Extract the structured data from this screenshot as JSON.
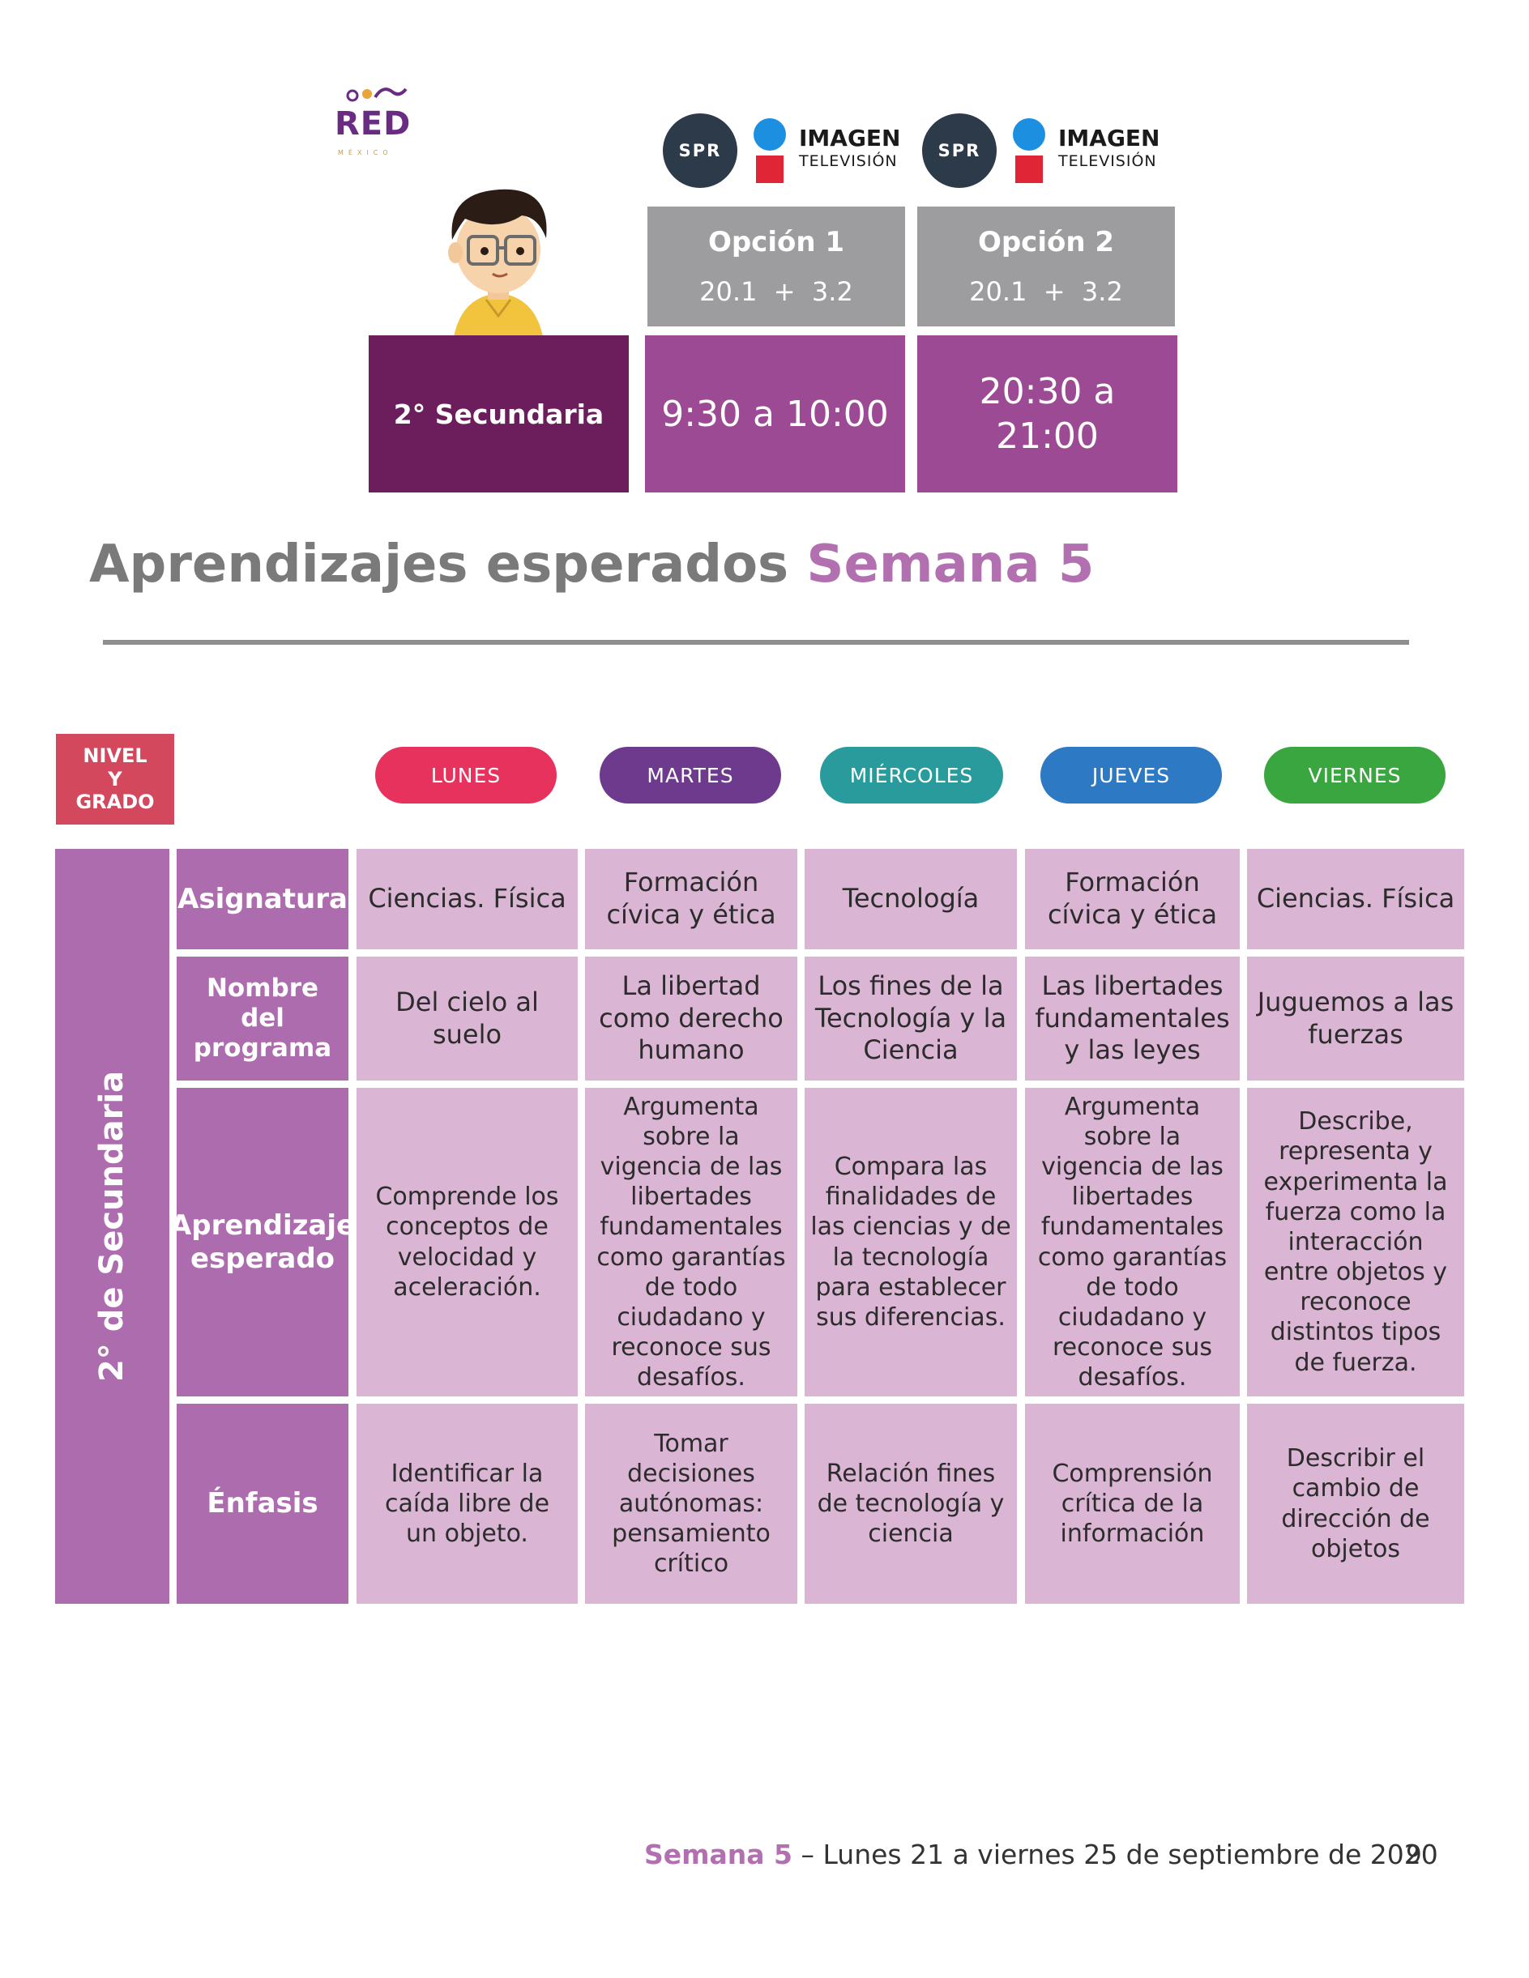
{
  "logo": {
    "name": "RED",
    "subtitle": "MÉXICO"
  },
  "broadcasters": [
    {
      "spr": "SPR",
      "imagen_title": "IMAGEN",
      "imagen_sub": "TELEVISIÓN"
    },
    {
      "spr": "SPR",
      "imagen_title": "IMAGEN",
      "imagen_sub": "TELEVISIÓN"
    }
  ],
  "grade_label": "2° Secundaria",
  "options": [
    {
      "title": "Opción 1",
      "channels": "20.1  +  3.2",
      "time": "9:30 a 10:00"
    },
    {
      "title": "Opción 2",
      "channels": "20.1  +  3.2",
      "time": "20:30 a 21:00"
    }
  ],
  "heading": {
    "prefix": "Aprendizajes esperados ",
    "accent": "Semana 5"
  },
  "nivel_label": [
    "NIVEL",
    "Y",
    "GRADO"
  ],
  "days": [
    {
      "label": "LUNES",
      "color": "#e8325e"
    },
    {
      "label": "MARTES",
      "color": "#6e3a8e"
    },
    {
      "label": "MIÉRCOLES",
      "color": "#2a9b9c"
    },
    {
      "label": "JUEVES",
      "color": "#2d79c4"
    },
    {
      "label": "VIERNES",
      "color": "#3aa63f"
    }
  ],
  "side_label": "2° de Secundaria",
  "rows": [
    {
      "header": "Asignatura",
      "cells": [
        "Ciencias. Física",
        "Formación cívica y ética",
        "Tecnología",
        "Formación cívica y ética",
        "Ciencias. Física"
      ]
    },
    {
      "header": "Nombre del programa",
      "cells": [
        "Del cielo al suelo",
        "La libertad como derecho humano",
        "Los fines de la Tecnología y la Ciencia",
        "Las libertades fundamentales y las leyes",
        "Juguemos a las fuerzas"
      ]
    },
    {
      "header": "Aprendizaje esperado",
      "cells": [
        "Comprende los conceptos de velocidad y aceleración.",
        "Argumenta sobre la vigencia de las libertades fundamentales como garantías de todo ciudadano y reconoce sus desafíos.",
        "Compara las finalidades de las ciencias y de la tecnología para establecer sus diferencias.",
        "Argumenta sobre la vigencia de las libertades fundamentales como garantías de todo ciudadano y reconoce sus desafíos.",
        "Describe, representa y experimenta la fuerza como la interacción entre objetos y reconoce distintos tipos de fuerza."
      ]
    },
    {
      "header": "Énfasis",
      "cells": [
        "Identificar la caída libre de un objeto.",
        "Tomar decisiones autónomas: pensamiento crítico",
        "Relación fines de tecnología y ciencia",
        "Comprensión crítica de la información",
        "Describir el cambio de dirección de objetos"
      ]
    }
  ],
  "footer": {
    "accent": "Semana 5",
    "text": " – Lunes 21 a viernes 25 de septiembre de 2020",
    "page": "9"
  }
}
